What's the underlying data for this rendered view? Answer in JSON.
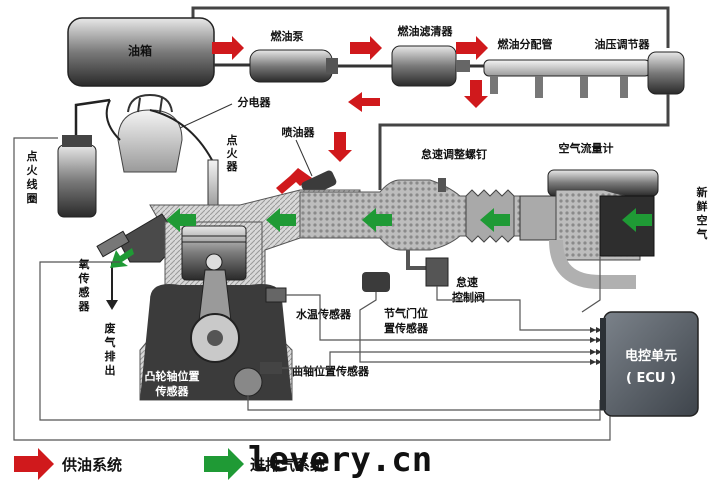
{
  "components": {
    "fuel_tank": "油箱",
    "fuel_pump": "燃油泵",
    "fuel_filter": "燃油滤清器",
    "fuel_rail": "燃油分配管",
    "pressure_regulator": "油压调节器",
    "distributor": "分电器",
    "spark_plug": [
      "点",
      "火",
      "器"
    ],
    "injector": "喷油器",
    "idle_screw": "怠速调整螺钉",
    "air_flow_meter": "空气流量计",
    "fresh_air": [
      "新",
      "鲜",
      "空",
      "气"
    ],
    "ignition_coil": [
      "点",
      "火",
      "线",
      "圈"
    ],
    "oxygen_sensor": [
      "氧",
      "传",
      "感",
      "器"
    ],
    "exhaust": [
      "废",
      "气",
      "排",
      "出"
    ],
    "idle_valve_line1": "怠速",
    "idle_valve_line2": "控制阀",
    "throttle_sensor_line1": "节气门位",
    "throttle_sensor_line2": "置传感器",
    "water_temp_sensor": "水温传感器",
    "crank_sensor": "曲轴位置传感器",
    "cam_sensor_line1": "凸轮轴位置",
    "cam_sensor_line2": "传感器",
    "ecu_line1": "电控单元",
    "ecu_line2": "( ECU )"
  },
  "watermark": "levery.cn",
  "legend": {
    "fuel_label": "供油系统",
    "air_label": "进排气系统"
  },
  "colors": {
    "fuel_arrow": "#d0191c",
    "air_arrow": "#1f9a35",
    "ecu_body": "#5a6068",
    "engine_dark": "#3b3b3b",
    "intake": "#c8c8c8"
  }
}
